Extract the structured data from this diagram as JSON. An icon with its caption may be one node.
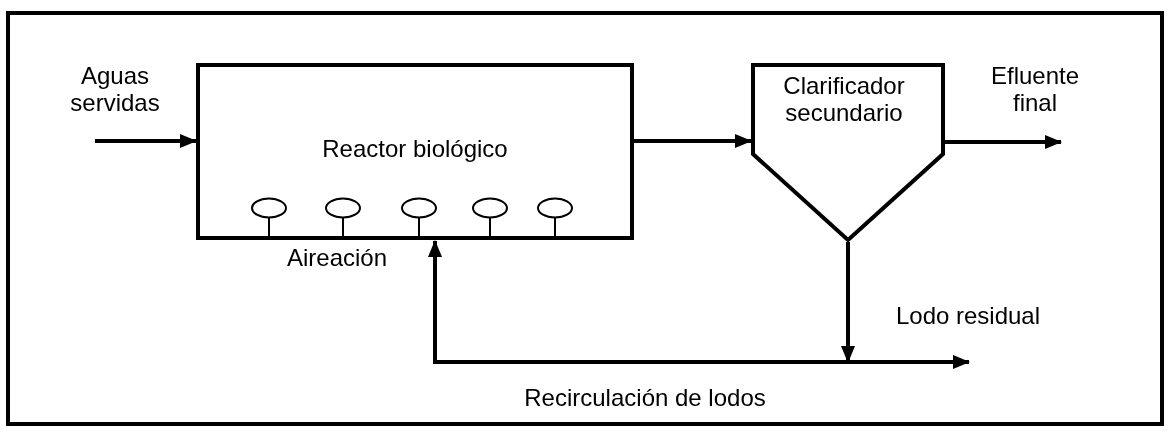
{
  "diagram": {
    "nodes": [
      {
        "text": [
          "Reactor biológico"
        ],
        "beside": [
          "Aireación"
        ]
      },
      {
        "text": [
          "Clarificador secundario"
        ]
      }
    ],
    "edges": [
      {
        "from": null,
        "to": 0,
        "arrow": "to",
        "label": "Aguas servidas"
      },
      {
        "from": 0,
        "to": 1,
        "arrow": "to"
      },
      {
        "from": 1,
        "to": null,
        "arrow": "to",
        "label": "Efluente final"
      },
      {
        "from": 1,
        "to": 0,
        "arrow": "to",
        "label": "Recirculación de lodos"
      },
      {
        "from": 1,
        "to": null,
        "arrow": "to",
        "label": "Lodo residual"
      }
    ]
  }
}
